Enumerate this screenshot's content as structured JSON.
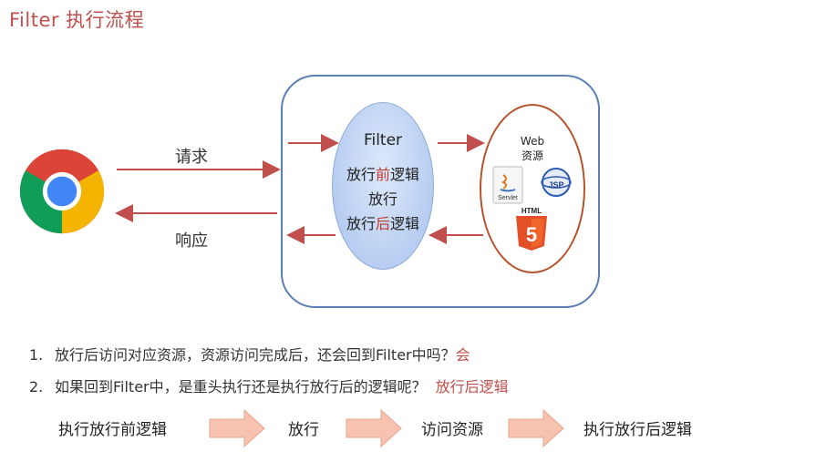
{
  "title": "Filter 执行流程",
  "diagram": {
    "request_label": "请求",
    "response_label": "响应",
    "filter": {
      "title": "Filter",
      "pre_prefix": "放行",
      "pre_highlight": "前",
      "pre_suffix": "逻辑",
      "pass": "放行",
      "post_prefix": "放行",
      "post_highlight": "后",
      "post_suffix": "逻辑"
    },
    "web": {
      "line1": "Web",
      "line2": "资源",
      "servlet_label": "Servlet",
      "jsp_label": "JSP",
      "html_label": "HTML"
    }
  },
  "questions": [
    {
      "num": "1.",
      "text": "放行后访问对应资源，资源访问完成后，还会回到Filter中吗？",
      "answer": "会"
    },
    {
      "num": "2.",
      "text": "如果回到Filter中，是重头执行还是执行放行后的逻辑呢？",
      "answer": "放行后逻辑"
    }
  ],
  "flow_steps": [
    "执行放行前逻辑",
    "放行",
    "访问资源",
    "执行放行后逻辑"
  ],
  "colors": {
    "title_red": "#c0504d",
    "arrow": "#c0504d",
    "box_border": "#5b7fb5",
    "web_border": "#b5532d",
    "flow_arrow_fill": "#f7c3b0"
  },
  "icons": [
    "chrome-icon",
    "java-servlet-icon",
    "jsp-icon",
    "html5-icon"
  ]
}
